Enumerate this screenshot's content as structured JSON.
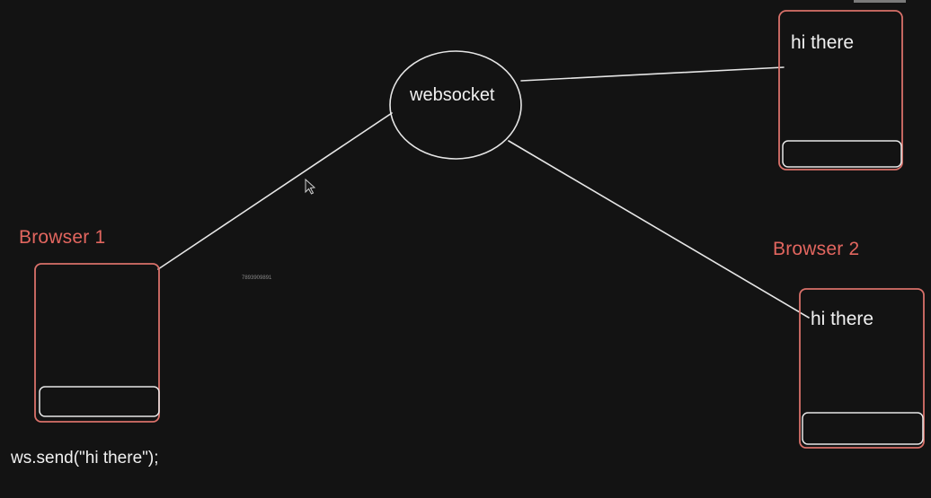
{
  "diagram": {
    "server": {
      "label": "websocket"
    },
    "browser1": {
      "title": "Browser 1"
    },
    "browser2": {
      "title": "Browser 2",
      "message": "hi there"
    },
    "browser3": {
      "message": "hi there"
    },
    "code": "ws.send(\"hi there\");",
    "watermark": "7893909891"
  },
  "colors": {
    "background": "#131313",
    "line": "#e6e6e6",
    "accent": "#e2665f",
    "box_border": "#d9716a",
    "text": "#f0f0f0"
  }
}
